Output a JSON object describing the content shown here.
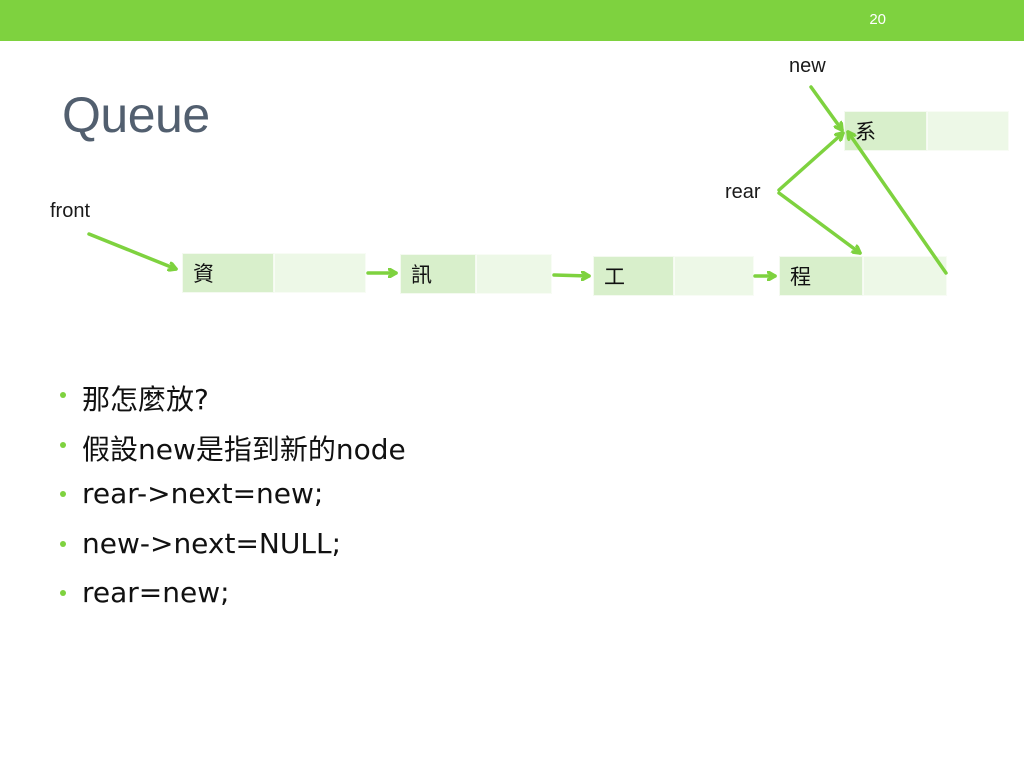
{
  "slide": {
    "page_number": "20",
    "title": "Queue"
  },
  "diagram": {
    "labels": {
      "front": "front",
      "rear": "rear",
      "new": "new"
    },
    "nodes": [
      {
        "data": "資"
      },
      {
        "data": "訊"
      },
      {
        "data": "工"
      },
      {
        "data": "程"
      },
      {
        "data": "系"
      }
    ]
  },
  "bullets": [
    "那怎麼放?",
    "假設new是指到新的node",
    "rear->next=new;",
    "new->next=NULL;",
    "rear=new;"
  ],
  "colors": {
    "accent": "#7ed23f",
    "title": "#525f6f",
    "node_data_fill": "#d8efcb",
    "node_next_fill": "#edf8e7"
  }
}
